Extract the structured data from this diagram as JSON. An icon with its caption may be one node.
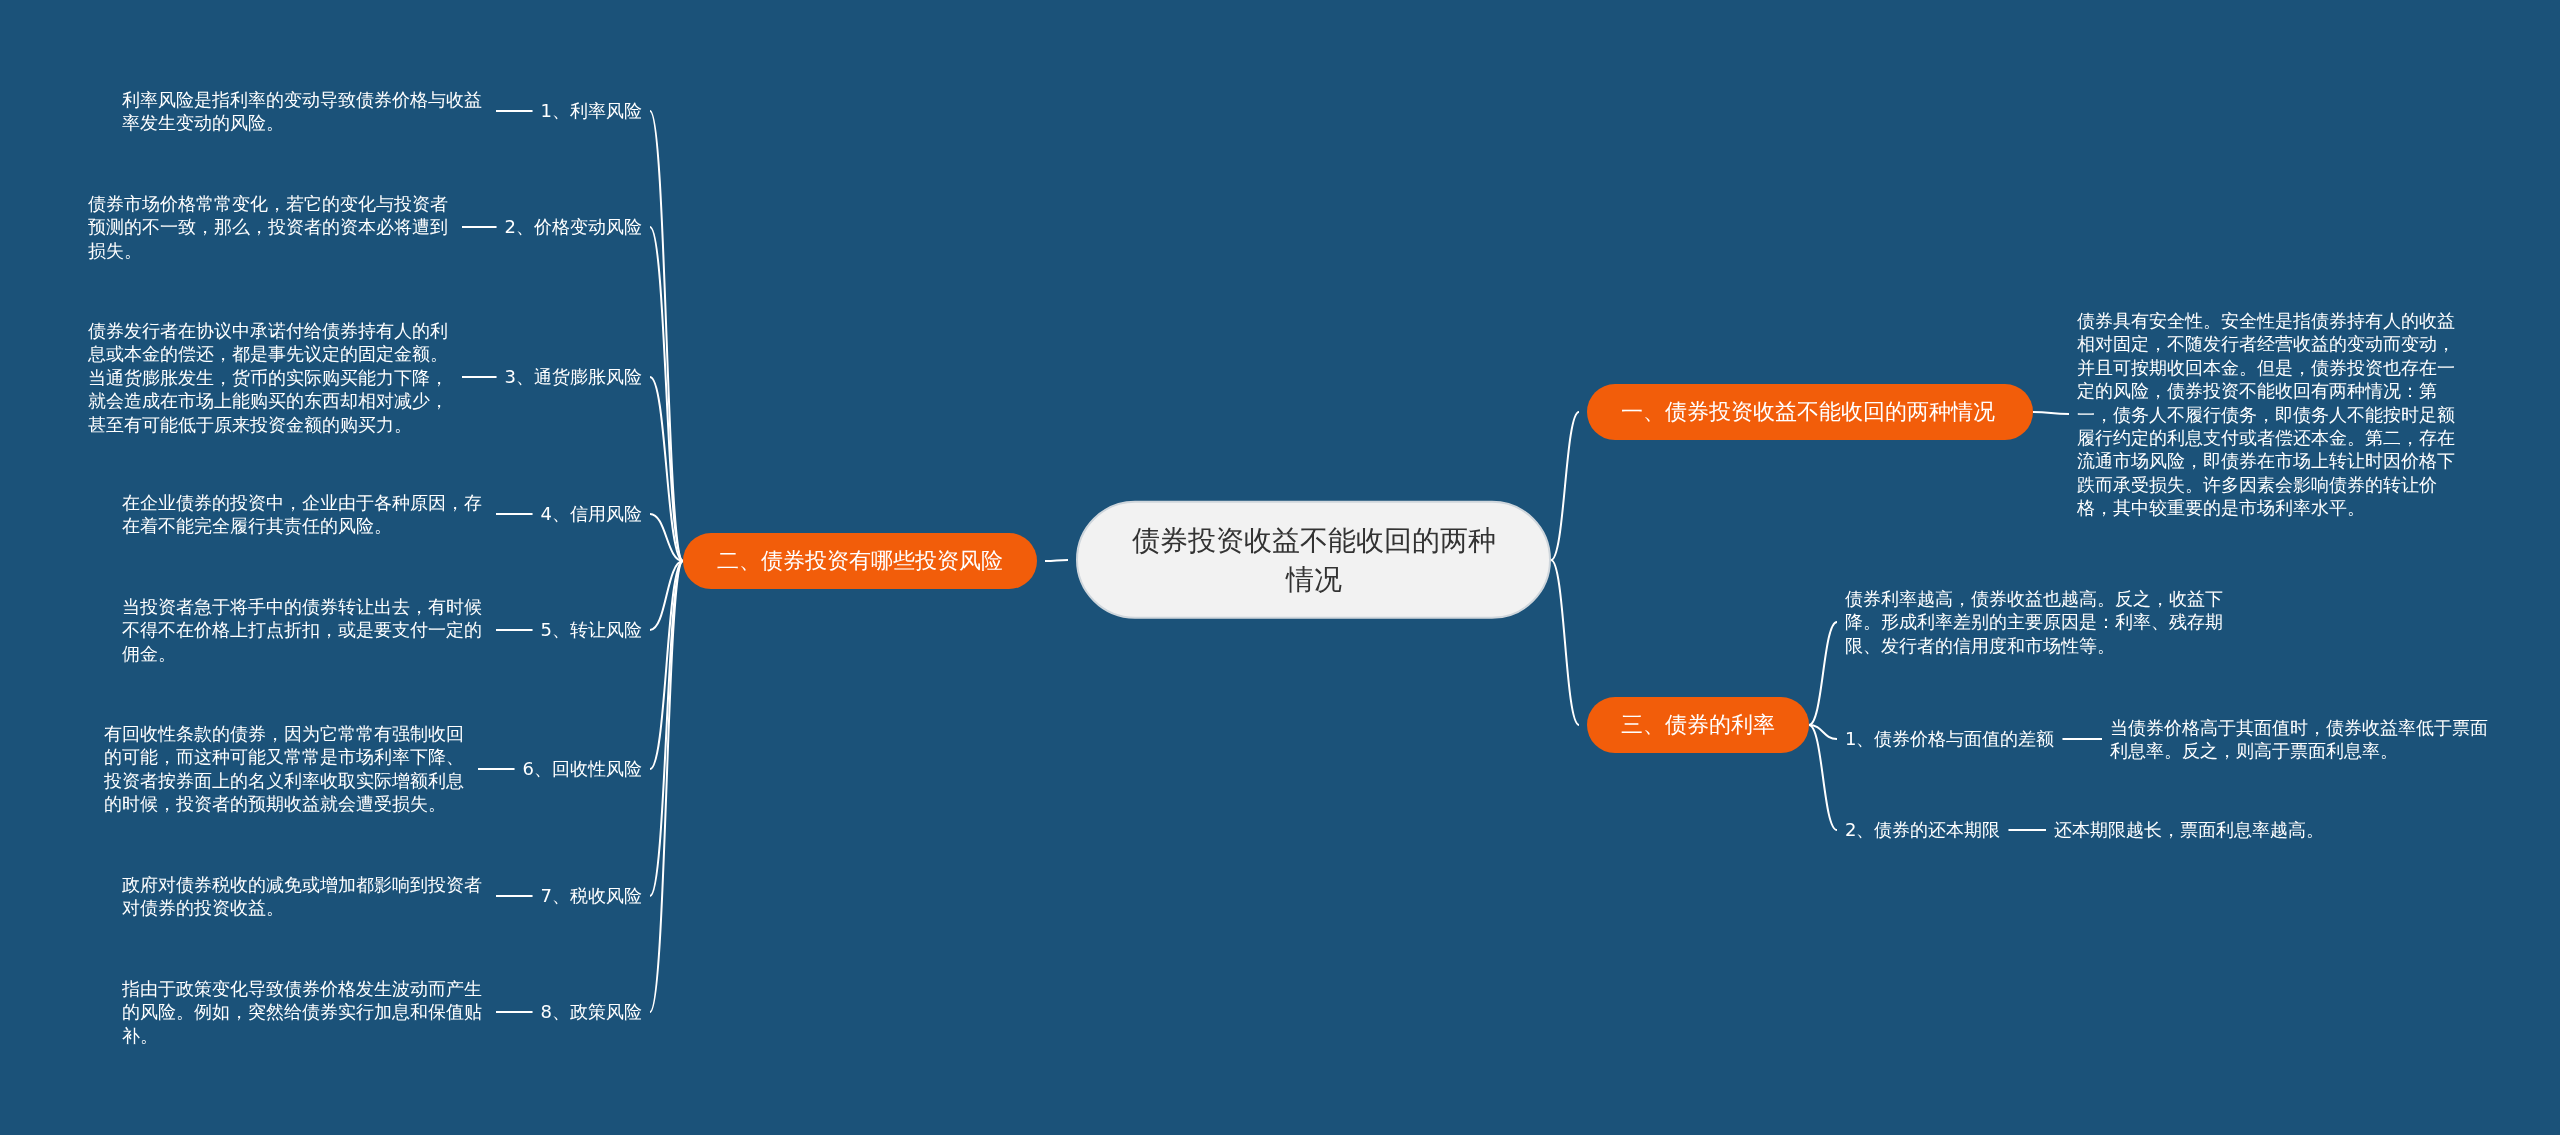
{
  "diagram": {
    "nodes": [
      {
        "text": [
          "债券投资收益不能收回的两种情况"
        ]
      },
      {
        "text": [
          "一、债券投资收益不能收回的两种情况"
        ]
      },
      {
        "text": [
          "债券具有安全性。安全性是指债券持有人的收益相对固定，不随发行者经营收益的变动而变动，并且可按期收回本金。但是，债券投资也存在一定的风险，债券投资不能收回有两种情况：第一，债务人不履行债务，即债务人不能按时足额履行约定的利息支付或者偿还本金。第二，存在流通市场风险，即债券在市场上转让时因价格下跌而承受损失。许多因素会影响债券的转让价格，其中较重要的是市场利率水平。"
        ]
      },
      {
        "text": [
          "三、债券的利率"
        ]
      },
      {
        "text": [
          "债券利率越高，债券收益也越高。反之，收益下降。形成利率差别的主要原因是：利率、残存期限、发行者的信用度和市场性等。"
        ]
      },
      {
        "text": [
          "1、债券价格与面值的差额"
        ]
      },
      {
        "text": [
          "当债券价格高于其面值时，债券收益率低于票面利息率。反之，则高于票面利息率。"
        ]
      },
      {
        "text": [
          "2、债券的还本期限"
        ]
      },
      {
        "text": [
          "还本期限越长，票面利息率越高。"
        ]
      },
      {
        "text": [
          "二、债券投资有哪些投资风险"
        ]
      },
      {
        "text": [
          "1、利率风险"
        ]
      },
      {
        "text": [
          "利率风险是指利率的变动导致债券价格与收益率发生变动的风险。"
        ]
      },
      {
        "text": [
          "2、价格变动风险"
        ]
      },
      {
        "text": [
          "债券市场价格常常变化，若它的变化与投资者预测的不一致，那么，投资者的资本必将遭到损失。"
        ]
      },
      {
        "text": [
          "3、通货膨胀风险"
        ]
      },
      {
        "text": [
          "债券发行者在协议中承诺付给债券持有人的利息或本金的偿还，都是事先议定的固定金额。当通货膨胀发生，货币的实际购买能力下降，就会造成在市场上能购买的东西却相对减少，甚至有可能低于原来投资金额的购买力。"
        ]
      },
      {
        "text": [
          "4、信用风险"
        ]
      },
      {
        "text": [
          "在企业债券的投资中，企业由于各种原因，存在着不能完全履行其责任的风险。"
        ]
      },
      {
        "text": [
          "5、转让风险"
        ]
      },
      {
        "text": [
          "当投资者急于将手中的债券转让出去，有时候不得不在价格上打点折扣，或是要支付一定的佣金。"
        ]
      },
      {
        "text": [
          "6、回收性风险"
        ]
      },
      {
        "text": [
          "有回收性条款的债券，因为它常常有强制收回的可能，而这种可能又常常是市场利率下降、投资者按券面上的名义利率收取实际增额利息的时候，投资者的预期收益就会遭受损失。"
        ]
      },
      {
        "text": [
          "7、税收风险"
        ]
      },
      {
        "text": [
          "政府对债券税收的减免或增加都影响到投资者对债券的投资收益。"
        ]
      },
      {
        "text": [
          "8、政策风险"
        ]
      },
      {
        "text": [
          "指由于政策变化导致债券价格发生波动而产生的风险。例如，突然给债券实行加息和保值贴补。"
        ]
      }
    ],
    "edges": [
      {
        "from": 0,
        "to": 1,
        "arrow": "none"
      },
      {
        "from": 1,
        "to": 2,
        "arrow": "none"
      },
      {
        "from": 0,
        "to": 3,
        "arrow": "none"
      },
      {
        "from": 3,
        "to": 4,
        "arrow": "none"
      },
      {
        "from": 3,
        "to": 5,
        "arrow": "none"
      },
      {
        "from": 5,
        "to": 6,
        "arrow": "none"
      },
      {
        "from": 3,
        "to": 7,
        "arrow": "none"
      },
      {
        "from": 7,
        "to": 8,
        "arrow": "none"
      },
      {
        "from": 0,
        "to": 9,
        "arrow": "none"
      },
      {
        "from": 9,
        "to": 10,
        "arrow": "none"
      },
      {
        "from": 10,
        "to": 11,
        "arrow": "none"
      },
      {
        "from": 9,
        "to": 12,
        "arrow": "none"
      },
      {
        "from": 12,
        "to": 13,
        "arrow": "none"
      },
      {
        "from": 9,
        "to": 14,
        "arrow": "none"
      },
      {
        "from": 14,
        "to": 15,
        "arrow": "none"
      },
      {
        "from": 9,
        "to": 16,
        "arrow": "none"
      },
      {
        "from": 16,
        "to": 17,
        "arrow": "none"
      },
      {
        "from": 9,
        "to": 18,
        "arrow": "none"
      },
      {
        "from": 18,
        "to": 19,
        "arrow": "none"
      },
      {
        "from": 9,
        "to": 20,
        "arrow": "none"
      },
      {
        "from": 20,
        "to": 21,
        "arrow": "none"
      },
      {
        "from": 9,
        "to": 22,
        "arrow": "none"
      },
      {
        "from": 22,
        "to": 23,
        "arrow": "none"
      },
      {
        "from": 9,
        "to": 24,
        "arrow": "none"
      },
      {
        "from": 24,
        "to": 25,
        "arrow": "none"
      }
    ]
  }
}
